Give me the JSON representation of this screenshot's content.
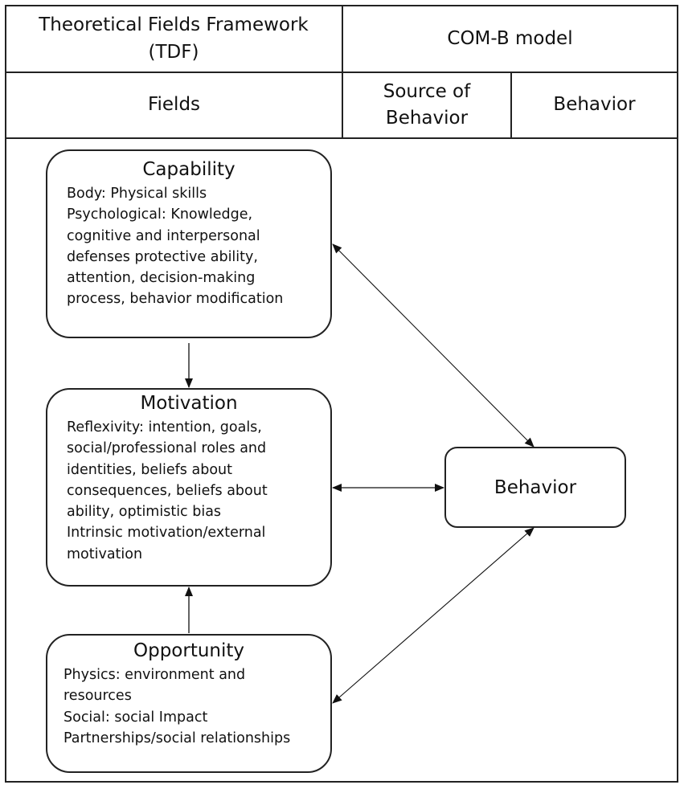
{
  "header": {
    "tdf_title": "Theoretical Fields Framework (TDF)",
    "comb_title": "COM-B model",
    "fields_label": "Fields",
    "source_label": "Source of Behavior",
    "behavior_label": "Behavior"
  },
  "capability": {
    "title": "Capability",
    "lines": [
      "Body: Physical skills",
      "Psychological: Knowledge,",
      "cognitive  and interpersonal",
      "defenses protective ability,",
      "attention, decision-making",
      "process, behavior modification"
    ]
  },
  "motivation": {
    "title": "Motivation",
    "lines": [
      "Reflexivity: intention, goals,",
      "social/professional roles and",
      "identities, beliefs about",
      "consequences, beliefs about",
      "ability, optimistic bias",
      "Intrinsic motivation/external",
      "motivation"
    ]
  },
  "opportunity": {
    "title": "Opportunity",
    "lines": [
      "Physics: environment and",
      "resources",
      "Social: social Impact",
      "Partnerships/social relationships"
    ]
  },
  "behavior_box": {
    "label": "Behavior"
  }
}
